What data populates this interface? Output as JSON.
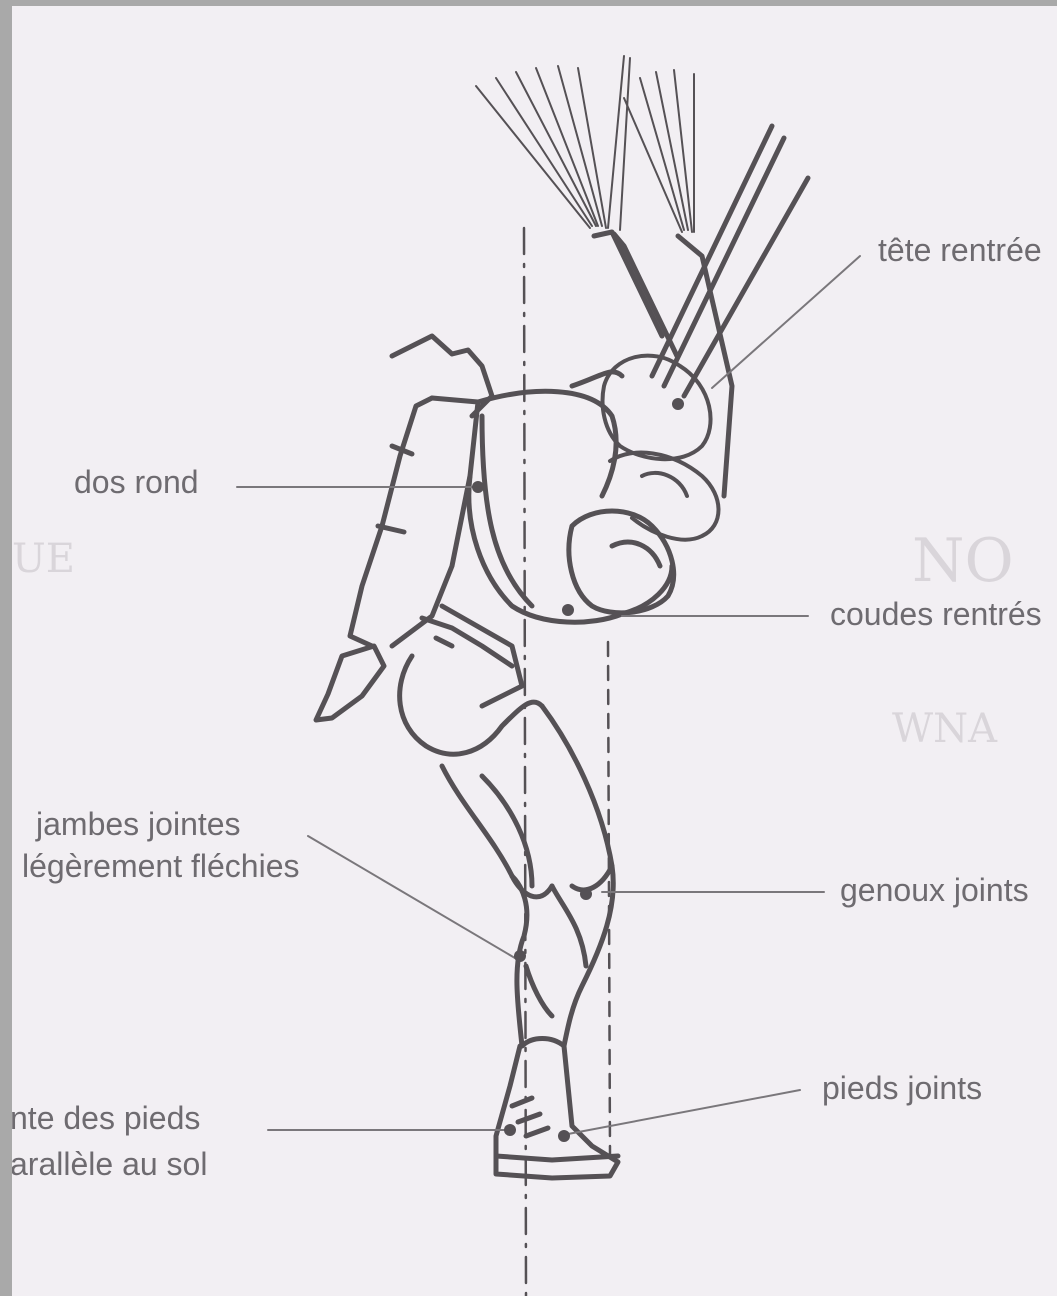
{
  "labels": {
    "tete": "tête rentrée",
    "dos": "dos rond",
    "coudes": "coudes rentrés",
    "jambes_1": "jambes jointes",
    "jambes_2": "légèrement fléchies",
    "genoux": "genoux joints",
    "plante_1": "nte des pieds",
    "plante_2": "arallèle au sol",
    "pieds": "pieds joints"
  },
  "colors": {
    "ink": "#555155",
    "label_text": "#6e6b70",
    "paper": "#f2eff3",
    "frame": "#a9a9a9"
  },
  "illustration": "parachutist-landing-position"
}
